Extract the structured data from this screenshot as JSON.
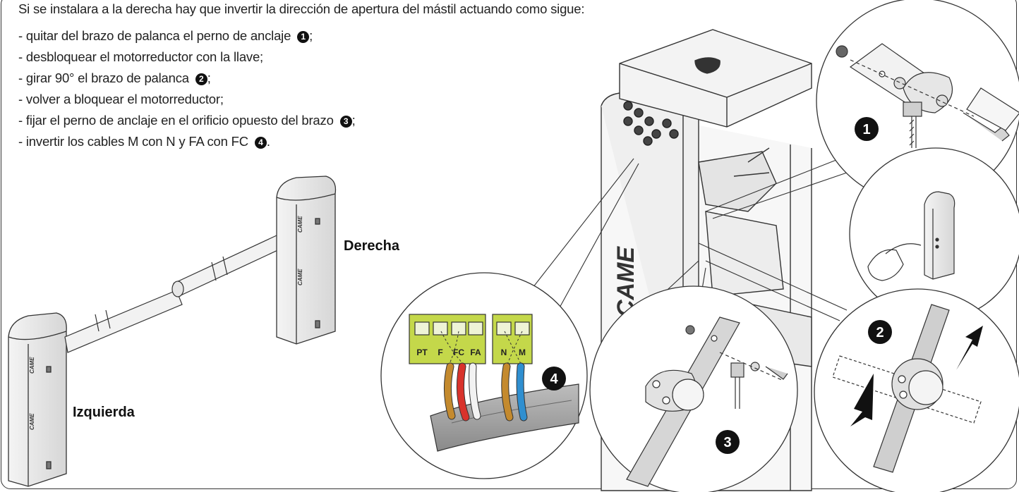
{
  "intro": "Si se instalara a la derecha hay que invertir la dirección de apertura del mástil actuando como sigue:",
  "steps": [
    {
      "text": "- quitar del brazo de palanca el perno de anclaje ",
      "marker": "1",
      "suffix": ";"
    },
    {
      "text": "- desbloquear el motorreductor con la llave;",
      "marker": "",
      "suffix": ""
    },
    {
      "text": "- girar 90° el brazo de palanca ",
      "marker": "2",
      "suffix": ";"
    },
    {
      "text": "- volver a bloquear el motorreductor;",
      "marker": "",
      "suffix": ""
    },
    {
      "text": "- fijar el perno de anclaje en el orificio opuesto del brazo ",
      "marker": "3",
      "suffix": ";"
    },
    {
      "text": "- invertir los cables M con N y FA con FC ",
      "marker": "4",
      "suffix": "."
    }
  ],
  "labels": {
    "right": "Derecha",
    "left": "Izquierda"
  },
  "brand": "CAME",
  "callouts": [
    "1",
    "2",
    "3",
    "4"
  ],
  "terminals": {
    "block_a": [
      "PT",
      "F",
      "FC",
      "FA"
    ],
    "block_b": [
      "N",
      "M"
    ]
  },
  "colors": {
    "terminal_green": "#c4d84a",
    "wire_red": "#d8332c",
    "wire_blue": "#2f8fd0",
    "wire_brown": "#c48a2e",
    "badge": "#111111"
  }
}
